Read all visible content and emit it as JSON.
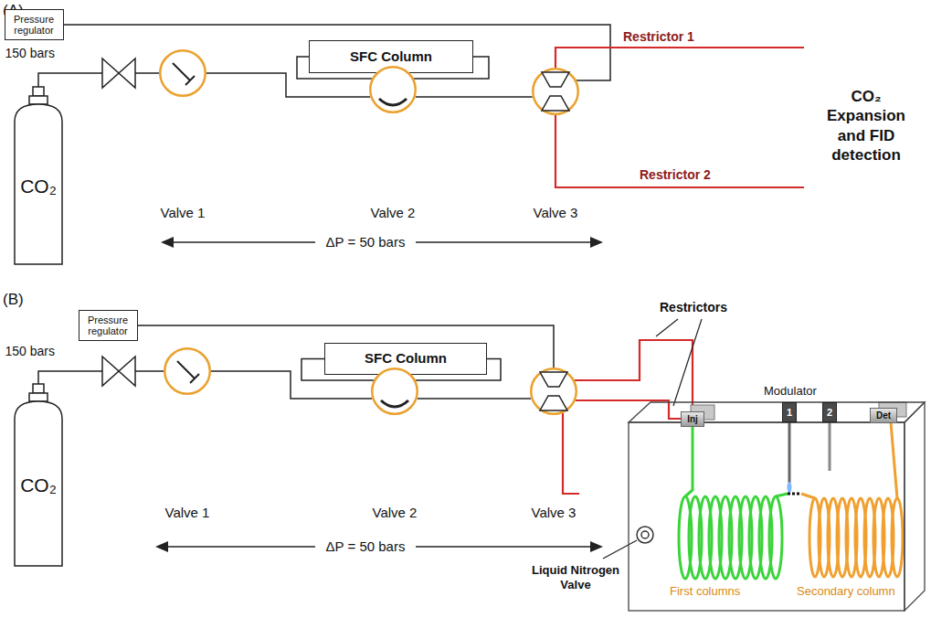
{
  "diagram": {
    "nodes": [
      {
        "text": [
          "Pressure regulator",
          "150 bars"
        ]
      },
      {
        "text": [
          "CO₂"
        ]
      },
      {
        "text": [
          "Valve 1"
        ]
      },
      {
        "text": [
          "SFC Column"
        ]
      },
      {
        "text": [
          "Valve 2"
        ]
      },
      {
        "text": [
          "Valve 3"
        ]
      },
      {
        "text": [
          "Pressure regulator",
          "150 bars"
        ]
      },
      {
        "text": [
          "CO₂"
        ]
      },
      {
        "text": [
          "Valve 1"
        ]
      },
      {
        "text": [
          "SFC Column"
        ]
      },
      {
        "text": [
          "Valve 2"
        ]
      },
      {
        "text": [
          "Valve 3"
        ]
      },
      {
        "text": [
          "First columns",
          "Secondary column"
        ]
      },
      {
        "text": [
          "Inj"
        ],
        "in": 12
      },
      {
        "text": [
          "1"
        ],
        "in": 12
      },
      {
        "text": [
          "2"
        ],
        "in": 12
      },
      {
        "text": [
          "Det"
        ],
        "in": 12
      }
    ],
    "edges": [
      {
        "from": 1,
        "to": 2,
        "arrow": "none"
      },
      {
        "from": 2,
        "to": 4,
        "arrow": "none"
      },
      {
        "from": 4,
        "to": 3,
        "arrow": "none"
      },
      {
        "from": 3,
        "to": 4,
        "arrow": "none"
      },
      {
        "from": 4,
        "to": 5,
        "arrow": "none"
      },
      {
        "from": 5,
        "to": 0,
        "arrow": "none"
      },
      {
        "from": 7,
        "to": 8,
        "arrow": "none"
      },
      {
        "from": 8,
        "to": 10,
        "arrow": "none"
      },
      {
        "from": 10,
        "to": 9,
        "arrow": "none"
      },
      {
        "from": 9,
        "to": 10,
        "arrow": "none"
      },
      {
        "from": 10,
        "to": 11,
        "arrow": "none"
      },
      {
        "from": 11,
        "to": 6,
        "arrow": "none"
      },
      {
        "from": 11,
        "to": 13,
        "arrow": "none"
      },
      {
        "from": 11,
        "to": 13,
        "arrow": "none"
      }
    ],
    "labels": [
      "(A)",
      "Restrictor 1",
      "Restrictor 2",
      "CO₂ Expansion and FID detection",
      "ΔP = 50 bars",
      "(B)",
      "ΔP = 50 bars",
      "Restrictors",
      "Modulator",
      "Liquid Nitrogen Valve"
    ]
  }
}
